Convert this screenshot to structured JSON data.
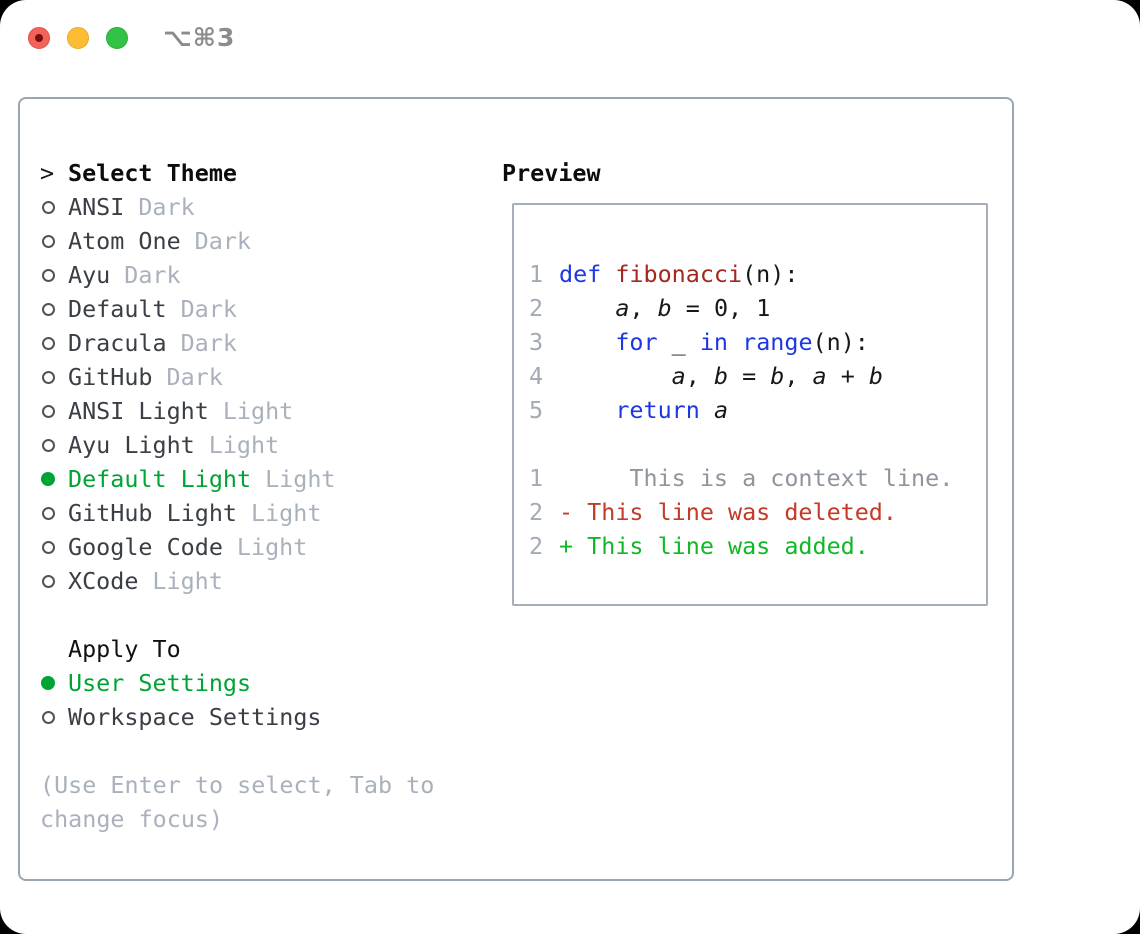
{
  "titlebar": {
    "shortcut": "⌥⌘3",
    "window_controls": [
      {
        "id": "close",
        "color": "#f4635a"
      },
      {
        "id": "minimize",
        "color": "#fcbd35"
      },
      {
        "id": "zoom",
        "color": "#32c245"
      }
    ]
  },
  "theme_selector": {
    "header": {
      "marker": ">",
      "label": "Select Theme"
    },
    "themes": [
      {
        "name": "ANSI",
        "variant": "Dark",
        "selected": false
      },
      {
        "name": "Atom One",
        "variant": "Dark",
        "selected": false
      },
      {
        "name": "Ayu",
        "variant": "Dark",
        "selected": false
      },
      {
        "name": "Default",
        "variant": "Dark",
        "selected": false
      },
      {
        "name": "Dracula",
        "variant": "Dark",
        "selected": false
      },
      {
        "name": "GitHub",
        "variant": "Dark",
        "selected": false
      },
      {
        "name": "ANSI Light",
        "variant": "Light",
        "selected": false
      },
      {
        "name": "Ayu Light",
        "variant": "Light",
        "selected": false
      },
      {
        "name": "Default Light",
        "variant": "Light",
        "selected": true
      },
      {
        "name": "GitHub Light",
        "variant": "Light",
        "selected": false
      },
      {
        "name": "Google Code",
        "variant": "Light",
        "selected": false
      },
      {
        "name": "XCode",
        "variant": "Light",
        "selected": false
      }
    ],
    "apply_to": {
      "label": "Apply To",
      "options": [
        {
          "name": "User Settings",
          "selected": true
        },
        {
          "name": "Workspace Settings",
          "selected": false
        }
      ]
    },
    "help_lines": [
      "(Use Enter to select, Tab to",
      "change focus)"
    ]
  },
  "preview": {
    "title": "Preview",
    "lines": [
      {
        "kind": "blank"
      },
      {
        "kind": "code",
        "number": "1",
        "tokens": [
          {
            "t": "def ",
            "c": "keyword"
          },
          {
            "t": "fibonacci",
            "c": "function"
          },
          {
            "t": "(n):",
            "c": "plain"
          }
        ]
      },
      {
        "kind": "code",
        "number": "2",
        "tokens": [
          {
            "t": "    ",
            "c": "plain"
          },
          {
            "t": "a",
            "c": "variable"
          },
          {
            "t": ", ",
            "c": "plain"
          },
          {
            "t": "b",
            "c": "variable"
          },
          {
            "t": " = 0, 1",
            "c": "plain"
          }
        ]
      },
      {
        "kind": "code",
        "number": "3",
        "tokens": [
          {
            "t": "    ",
            "c": "plain"
          },
          {
            "t": "for",
            "c": "keyword"
          },
          {
            "t": " _ ",
            "c": "plain"
          },
          {
            "t": "in",
            "c": "keyword"
          },
          {
            "t": " ",
            "c": "plain"
          },
          {
            "t": "range",
            "c": "keyword"
          },
          {
            "t": "(n):",
            "c": "plain"
          }
        ]
      },
      {
        "kind": "code",
        "number": "4",
        "tokens": [
          {
            "t": "        ",
            "c": "plain"
          },
          {
            "t": "a",
            "c": "variable"
          },
          {
            "t": ", ",
            "c": "plain"
          },
          {
            "t": "b",
            "c": "variable"
          },
          {
            "t": " = ",
            "c": "plain"
          },
          {
            "t": "b",
            "c": "variable"
          },
          {
            "t": ", ",
            "c": "plain"
          },
          {
            "t": "a",
            "c": "variable"
          },
          {
            "t": " + ",
            "c": "plain"
          },
          {
            "t": "b",
            "c": "variable"
          }
        ]
      },
      {
        "kind": "code",
        "number": "5",
        "tokens": [
          {
            "t": "    ",
            "c": "plain"
          },
          {
            "t": "return",
            "c": "keyword"
          },
          {
            "t": " ",
            "c": "plain"
          },
          {
            "t": "a",
            "c": "variable"
          }
        ]
      },
      {
        "kind": "blank"
      },
      {
        "kind": "context",
        "number": "1",
        "tokens": [
          {
            "t": "     This is a context line.",
            "c": "context"
          }
        ]
      },
      {
        "kind": "deleted",
        "number": "2",
        "tokens": [
          {
            "t": "- This line was deleted.",
            "c": "deleted"
          }
        ]
      },
      {
        "kind": "added",
        "number": "2",
        "tokens": [
          {
            "t": "+ This line was added.",
            "c": "added"
          }
        ]
      }
    ]
  },
  "colors": {
    "accent_green": "#00a435",
    "keyword_blue": "#1c38e2",
    "function_red": "#a3271c",
    "deleted_red": "#c33a26",
    "added_green": "#12b727",
    "muted_gray": "#a9b1bc",
    "panel_border": "#9ca6b0"
  }
}
